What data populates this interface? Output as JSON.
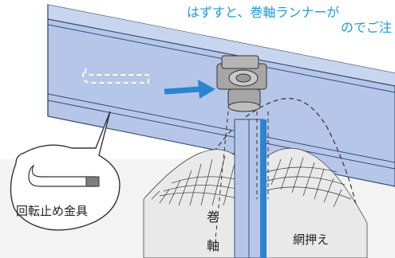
{
  "top_note": {
    "line1": "はずすと、巻軸ランナーが",
    "line2": "のでご注"
  },
  "labels": {
    "callout": "回転止め金具",
    "axis_char_1": "巻",
    "axis_char_2": "軸",
    "net": "網押え"
  },
  "colors": {
    "rail_fill": "#b5c6e8",
    "rail_stroke": "#3a4a78",
    "note_text": "#1f9ad6",
    "arrow": "#2b84d2",
    "roller": "#c9d4ee",
    "net_line": "#333333",
    "part_gray": "#a6a6a6"
  },
  "icons": {
    "arrow": "right-arrow-icon",
    "part": "clip-part-icon"
  }
}
